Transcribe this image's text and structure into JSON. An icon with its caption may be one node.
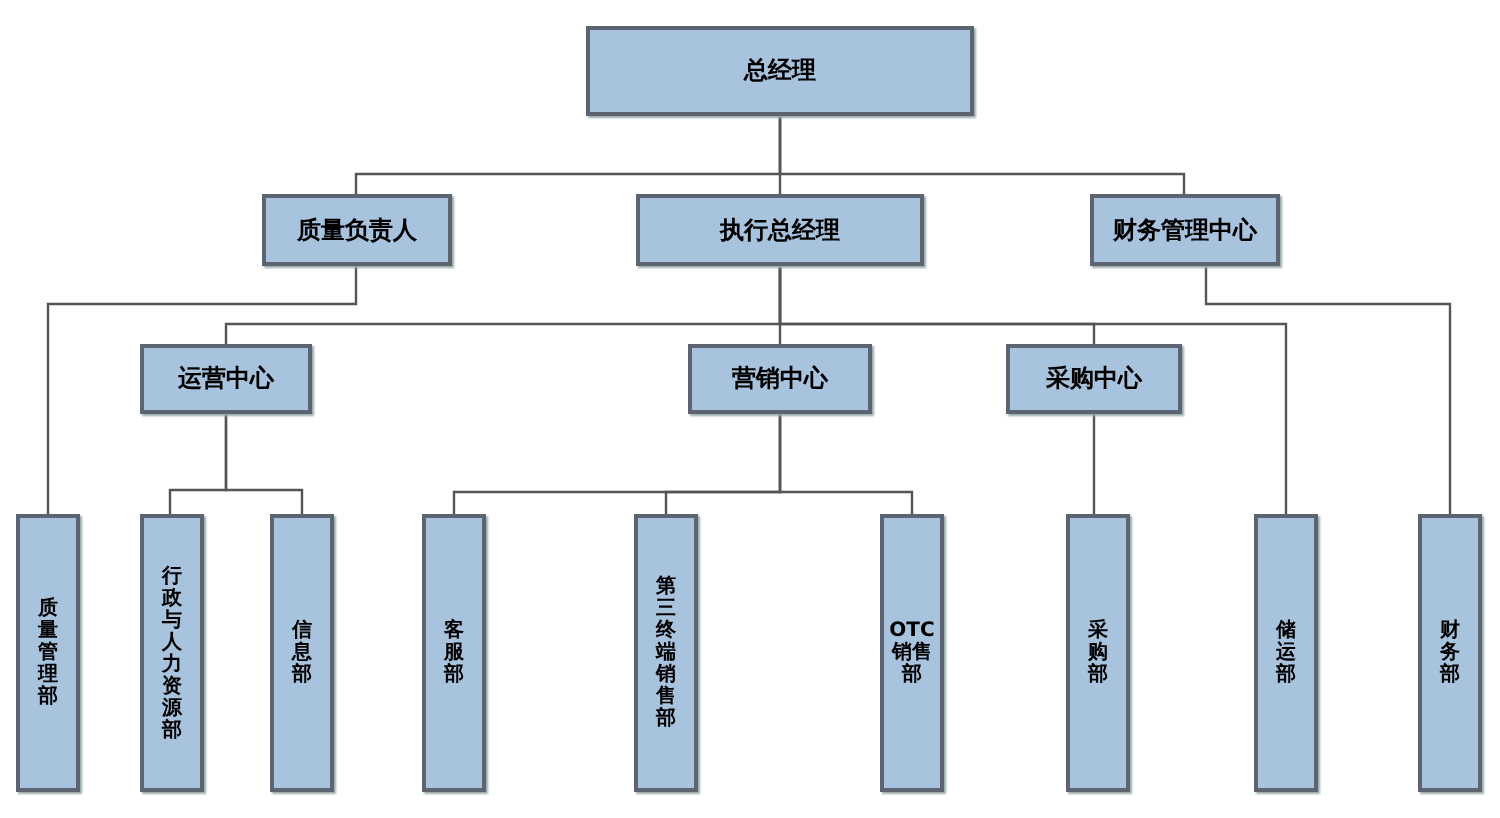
{
  "diagram": {
    "nodes": [
      {
        "text": [
          "总经理"
        ]
      },
      {
        "text": [
          "质量负责人"
        ]
      },
      {
        "text": [
          "执行总经理"
        ]
      },
      {
        "text": [
          "财务管理中心"
        ]
      },
      {
        "text": [
          "运营中心"
        ]
      },
      {
        "text": [
          "营销中心"
        ]
      },
      {
        "text": [
          "采购中心"
        ]
      },
      {
        "text": [
          "质量管理部"
        ]
      },
      {
        "text": [
          "行政与人力资源部"
        ]
      },
      {
        "text": [
          "信息部"
        ]
      },
      {
        "text": [
          "客服部"
        ]
      },
      {
        "text": [
          "第三终端销售部"
        ]
      },
      {
        "text": [
          "OTC销售部"
        ]
      },
      {
        "text": [
          "采购部"
        ]
      },
      {
        "text": [
          "储运部"
        ]
      },
      {
        "text": [
          "财务部"
        ]
      }
    ],
    "edges": [
      {
        "from": 0,
        "to": 1,
        "arrow": "none"
      },
      {
        "from": 0,
        "to": 2,
        "arrow": "none"
      },
      {
        "from": 0,
        "to": 3,
        "arrow": "none"
      },
      {
        "from": 1,
        "to": 7,
        "arrow": "none"
      },
      {
        "from": 2,
        "to": 4,
        "arrow": "none"
      },
      {
        "from": 2,
        "to": 5,
        "arrow": "none"
      },
      {
        "from": 2,
        "to": 6,
        "arrow": "none"
      },
      {
        "from": 2,
        "to": 14,
        "arrow": "none"
      },
      {
        "from": 3,
        "to": 15,
        "arrow": "none"
      },
      {
        "from": 4,
        "to": 8,
        "arrow": "none"
      },
      {
        "from": 4,
        "to": 9,
        "arrow": "none"
      },
      {
        "from": 5,
        "to": 10,
        "arrow": "none"
      },
      {
        "from": 5,
        "to": 11,
        "arrow": "none"
      },
      {
        "from": 5,
        "to": 12,
        "arrow": "none"
      },
      {
        "from": 6,
        "to": 13,
        "arrow": "none"
      }
    ]
  }
}
